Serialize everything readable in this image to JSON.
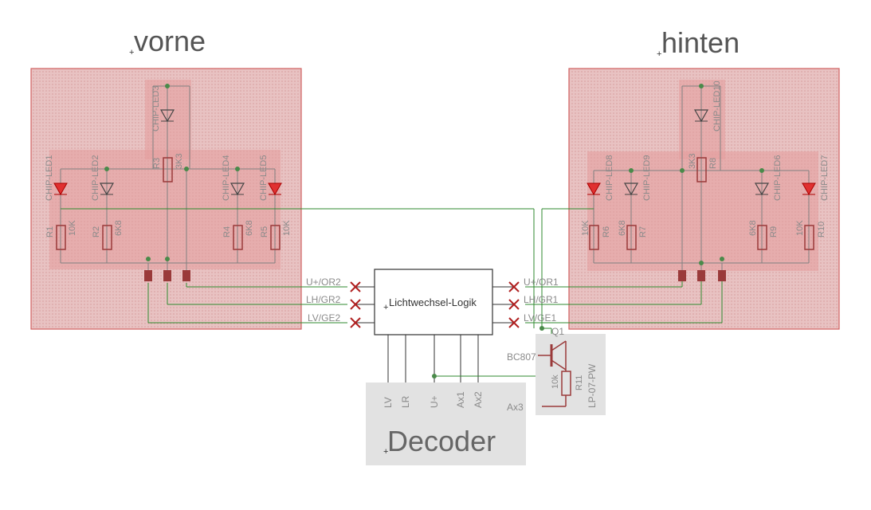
{
  "titles": {
    "front": "vorne",
    "rear": "hinten"
  },
  "logic_block": {
    "label": "Lichtwechsel-Logik"
  },
  "decoder": {
    "label": "Decoder",
    "pins": [
      "LV",
      "LR",
      "U+",
      "Ax1",
      "Ax2"
    ],
    "ax3": "Ax3"
  },
  "signals_left": [
    "U+/OR2",
    "LH/GR2",
    "LV/GE2"
  ],
  "signals_right": [
    "U+/OR1",
    "LH/GR1",
    "LV/GE1"
  ],
  "transistor": {
    "name": "Q1",
    "type": "BC807"
  },
  "r11": {
    "name": "R11",
    "value": "10k"
  },
  "module_rear": {
    "label": "LP-07-PW"
  },
  "front_leds": [
    "CHIP-LED1",
    "CHIP-LED2",
    "CHIP-LED3",
    "CHIP-LED4",
    "CHIP-LED5"
  ],
  "front_resistors": [
    {
      "name": "R1",
      "value": "10K"
    },
    {
      "name": "R2",
      "value": "6K8"
    },
    {
      "name": "R3",
      "value": "3K3"
    },
    {
      "name": "R4",
      "value": "6K8"
    },
    {
      "name": "R5",
      "value": "10K"
    }
  ],
  "rear_leds": [
    "CHIP-LED8",
    "CHIP-LED9",
    "CHIP-LED10",
    "CHIP-LED6",
    "CHIP-LED7"
  ],
  "rear_resistors": [
    {
      "name": "R6",
      "value": "10K"
    },
    {
      "name": "R7",
      "value": "6K8"
    },
    {
      "name": "R8",
      "value": "3K3"
    },
    {
      "name": "R9",
      "value": "6K8"
    },
    {
      "name": "R10",
      "value": "10K"
    }
  ],
  "colors": {
    "board_fill": "#e8b9b9",
    "board_inner": "#e29a9a",
    "wire": "#2f8a2f",
    "part": "#c04a4a",
    "decoder_fill": "#e2e2e2",
    "label": "#8a8a8a"
  }
}
